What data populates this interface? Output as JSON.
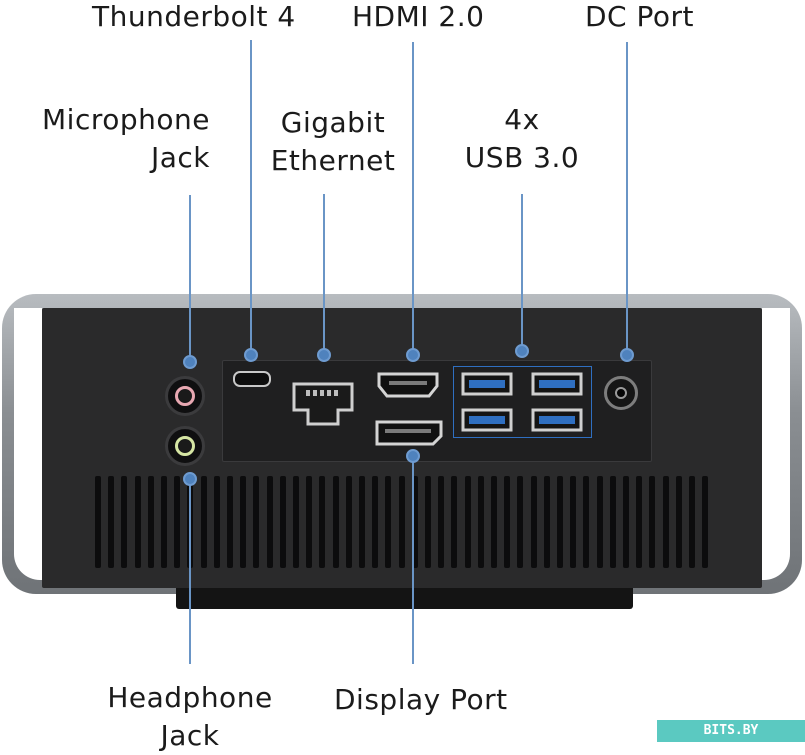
{
  "labels": {
    "thunderbolt": "Thunderbolt 4",
    "hdmi": "HDMI 2.0",
    "dc_port": "DC Port",
    "microphone_l1": "Microphone",
    "microphone_l2": "Jack",
    "ethernet_l1": "Gigabit",
    "ethernet_l2": "Ethernet",
    "usb_l1": "4x",
    "usb_l2": "USB 3.0",
    "headphone_l1": "Headphone",
    "headphone_l2": "Jack",
    "display_port": "Display Port"
  },
  "watermark": "BITS.BY",
  "colors": {
    "callout_line": "#6a95c6",
    "usb_blue": "#2f6fc1",
    "mic_pink": "#e8a8b2",
    "headphone_green": "#d6e6a4",
    "device_body": "#2a2a2b",
    "frame_silver": "#9a9ea2",
    "watermark_bg": "#5bc9c1"
  }
}
